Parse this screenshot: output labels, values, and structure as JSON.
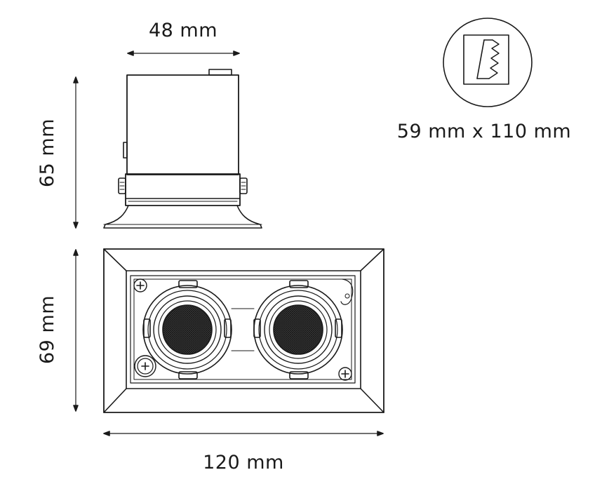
{
  "dimensions": {
    "side_width": "48 mm",
    "side_height": "65 mm",
    "cutout": "59 mm x 110 mm",
    "front_height": "69 mm",
    "front_width": "120 mm"
  },
  "colors": {
    "line": "#1a1a1a",
    "background": "#ffffff",
    "mesh": "#2b2b2b"
  }
}
